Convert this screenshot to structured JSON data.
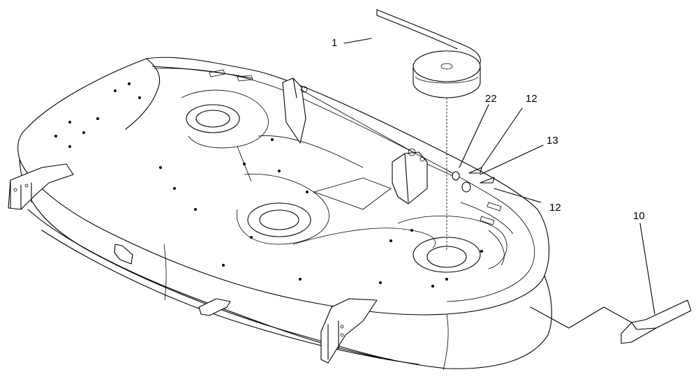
{
  "callouts": [
    {
      "id": "c1",
      "label": "1"
    },
    {
      "id": "c22",
      "label": "22"
    },
    {
      "id": "c12a",
      "label": "12"
    },
    {
      "id": "c13",
      "label": "13"
    },
    {
      "id": "c12b",
      "label": "12"
    },
    {
      "id": "c10",
      "label": "10"
    }
  ]
}
